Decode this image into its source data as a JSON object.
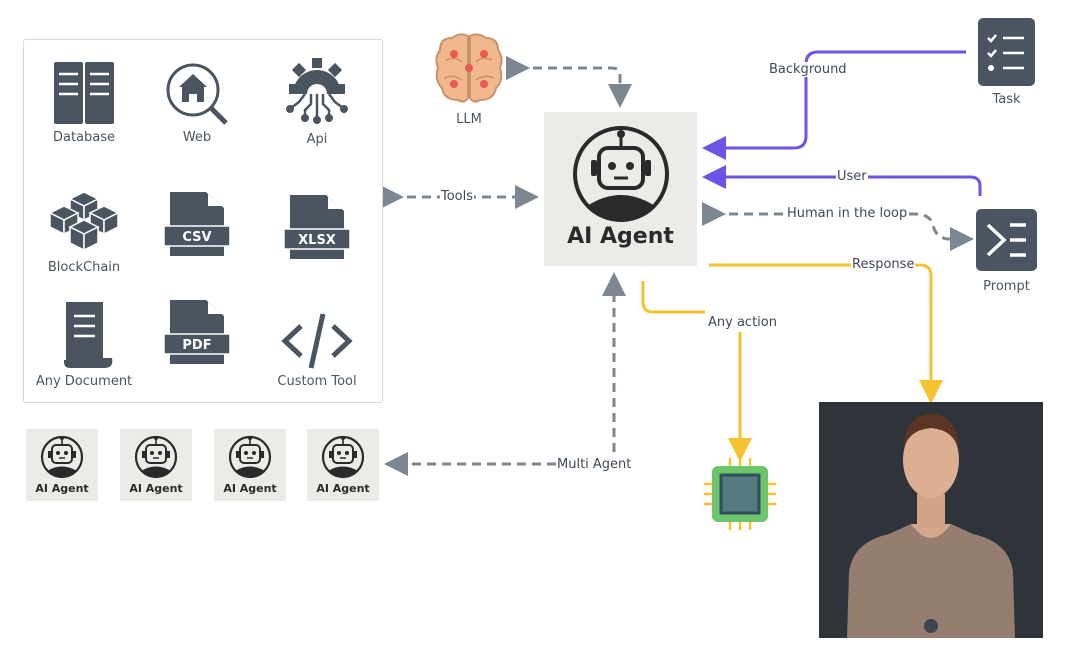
{
  "tools": {
    "items": [
      {
        "label": "Database",
        "icon": "database-icon"
      },
      {
        "label": "Web",
        "icon": "web-search-icon"
      },
      {
        "label": "Api",
        "icon": "api-gear-icon"
      },
      {
        "label": "BlockChain",
        "icon": "blockchain-icon"
      },
      {
        "label": "",
        "icon": "csv-file-icon",
        "badge": "CSV"
      },
      {
        "label": "",
        "icon": "xlsx-file-icon",
        "badge": "XLSX"
      },
      {
        "label": "Any Document",
        "icon": "document-icon"
      },
      {
        "label": "",
        "icon": "pdf-file-icon",
        "badge": "PDF"
      },
      {
        "label": "Custom Tool",
        "icon": "code-icon"
      }
    ]
  },
  "llm": {
    "label": "LLM"
  },
  "agent": {
    "title": "AI Agent"
  },
  "multi_agents": [
    {
      "label": "AI Agent"
    },
    {
      "label": "AI Agent"
    },
    {
      "label": "AI Agent"
    },
    {
      "label": "AI Agent"
    }
  ],
  "task": {
    "label": "Task"
  },
  "prompt": {
    "label": "Prompt"
  },
  "edges": {
    "tools": "Tools",
    "background": "Background",
    "user": "User",
    "human_in_loop": "Human in the loop",
    "response": "Response",
    "any_action": "Any action",
    "multi_agent": "Multi Agent"
  },
  "colors": {
    "icon_dark": "#4a5561",
    "purple_line": "#6b54e6",
    "yellow_line": "#f5c332",
    "gray_dashed": "#7d8791",
    "agent_bg": "#ecebe8",
    "chip_green": "#6cc56a"
  }
}
